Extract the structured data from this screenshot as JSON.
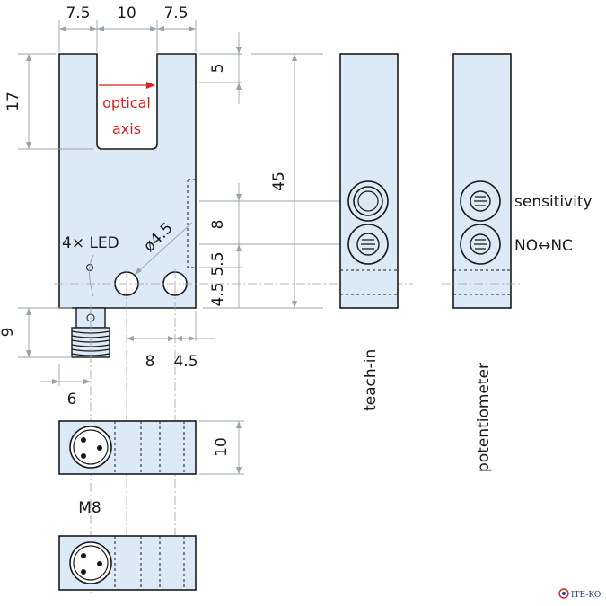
{
  "dimensions": {
    "top_left": "7.5",
    "top_mid": "10",
    "top_right": "7.5",
    "slot_depth": "5",
    "slot_height": "17",
    "height_total": "45",
    "spacing_8": "8",
    "spacing_55": "5.5",
    "spacing_45": "4.5",
    "led_dia": "ø4.5",
    "connector_len": "9",
    "led_spacing": "8",
    "led_edge": "4.5",
    "connector_offset": "6",
    "bottom_height": "10"
  },
  "labels": {
    "optical_line1": "optical",
    "optical_line2": "axis",
    "led": "4× LED",
    "sensitivity": "sensitivity",
    "no_nc": "NO↔NC",
    "teach_in": "teach-in",
    "potentiometer": "potentiometer",
    "m8": "M8",
    "logo": "ITE-KO"
  },
  "colors": {
    "body": "#dce9f7",
    "outline": "#1a1a1a",
    "dimension": "#9aa3ad",
    "optical": "#d42020"
  }
}
